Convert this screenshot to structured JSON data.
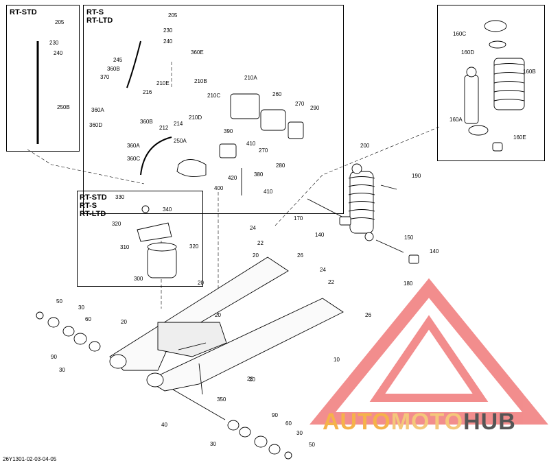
{
  "boxes": {
    "rt_std_title": "RT-STD",
    "rt_s_title": "RT-S",
    "rt_ltd_title": "RT-LTD",
    "mid_title_1": "RT-STD",
    "mid_title_2": "RT-S",
    "mid_title_3": "RT-LTD"
  },
  "callouts": [
    "205",
    "230",
    "240",
    "250B",
    "205",
    "230",
    "240",
    "245",
    "360E",
    "360B",
    "370",
    "210E",
    "210B",
    "210A",
    "210C",
    "216",
    "260",
    "270",
    "290",
    "210D",
    "212",
    "214",
    "360A",
    "360B",
    "360D",
    "250A",
    "360A",
    "360C",
    "390",
    "410",
    "270",
    "280",
    "420",
    "380",
    "410",
    "400",
    "330",
    "340",
    "320",
    "320",
    "310",
    "300",
    "160C",
    "160D",
    "160B",
    "160A",
    "160E",
    "200",
    "190",
    "170",
    "140",
    "150",
    "140",
    "180",
    "24",
    "22",
    "20",
    "26",
    "24",
    "22",
    "20",
    "20",
    "20",
    "26",
    "20",
    "10",
    "50",
    "30",
    "60",
    "90",
    "30",
    "350",
    "40",
    "20",
    "90",
    "60",
    "30",
    "30",
    "50"
  ],
  "footer": "26Y1301-02-03-04-05",
  "watermark": {
    "part1": "AUTO",
    "part2": "MOTO",
    "part3": "HUB"
  },
  "colors": {
    "logo_red": "#f07a7a",
    "logo_yellow": "#f5b24a",
    "logo_grey": "#555555"
  }
}
